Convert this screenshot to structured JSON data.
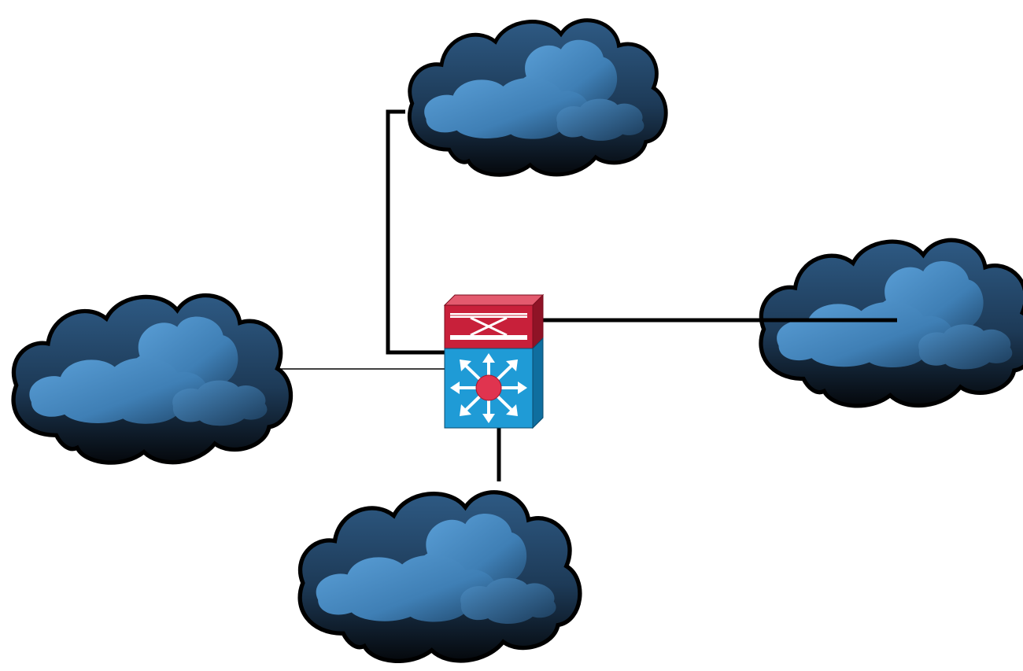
{
  "diagram": {
    "nodes": [
      {
        "id": "cloud-top",
        "kind": "cloud"
      },
      {
        "id": "cloud-left",
        "kind": "cloud"
      },
      {
        "id": "cloud-right",
        "kind": "cloud"
      },
      {
        "id": "cloud-bottom",
        "kind": "cloud"
      },
      {
        "id": "device-center",
        "kind": "multilayer-switch-with-firewall-module"
      }
    ],
    "links": [
      {
        "from": "device-center",
        "to": "cloud-top",
        "weight": "thick"
      },
      {
        "from": "device-center",
        "to": "cloud-left",
        "weight": "thin"
      },
      {
        "from": "device-center",
        "to": "cloud-right",
        "weight": "thick"
      },
      {
        "from": "device-center",
        "to": "cloud-bottom",
        "weight": "thick"
      }
    ],
    "colors": {
      "cloud_dark": "#0b1118",
      "cloud_mid": "#2b5479",
      "cloud_light": "#4f8fc6",
      "firewall_red": "#c8203a",
      "switch_blue": "#1f9bd6",
      "switch_center": "#e0344f",
      "link": "#000000"
    },
    "icons": [
      "cloud-icon",
      "multilayer-switch-icon",
      "firewall-module-icon"
    ]
  }
}
